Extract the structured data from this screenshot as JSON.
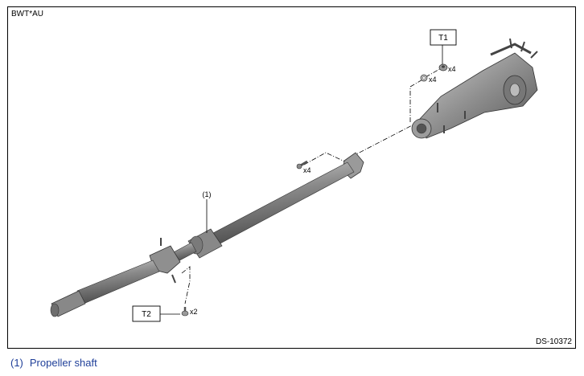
{
  "figure": {
    "code": "BWT*AU",
    "id": "DS-10372"
  },
  "callouts": {
    "t1": "T1",
    "t2": "T2",
    "part_1": "(1)",
    "qty_nut_t1": "x4",
    "qty_washer": "x4",
    "qty_bolt": "x4",
    "qty_t2": "x2"
  },
  "caption": {
    "number": "(1)",
    "text": "Propeller shaft"
  },
  "colors": {
    "caption_text": "#1f3f99",
    "frame": "#000000",
    "part_fill": "#8c8c8c"
  }
}
